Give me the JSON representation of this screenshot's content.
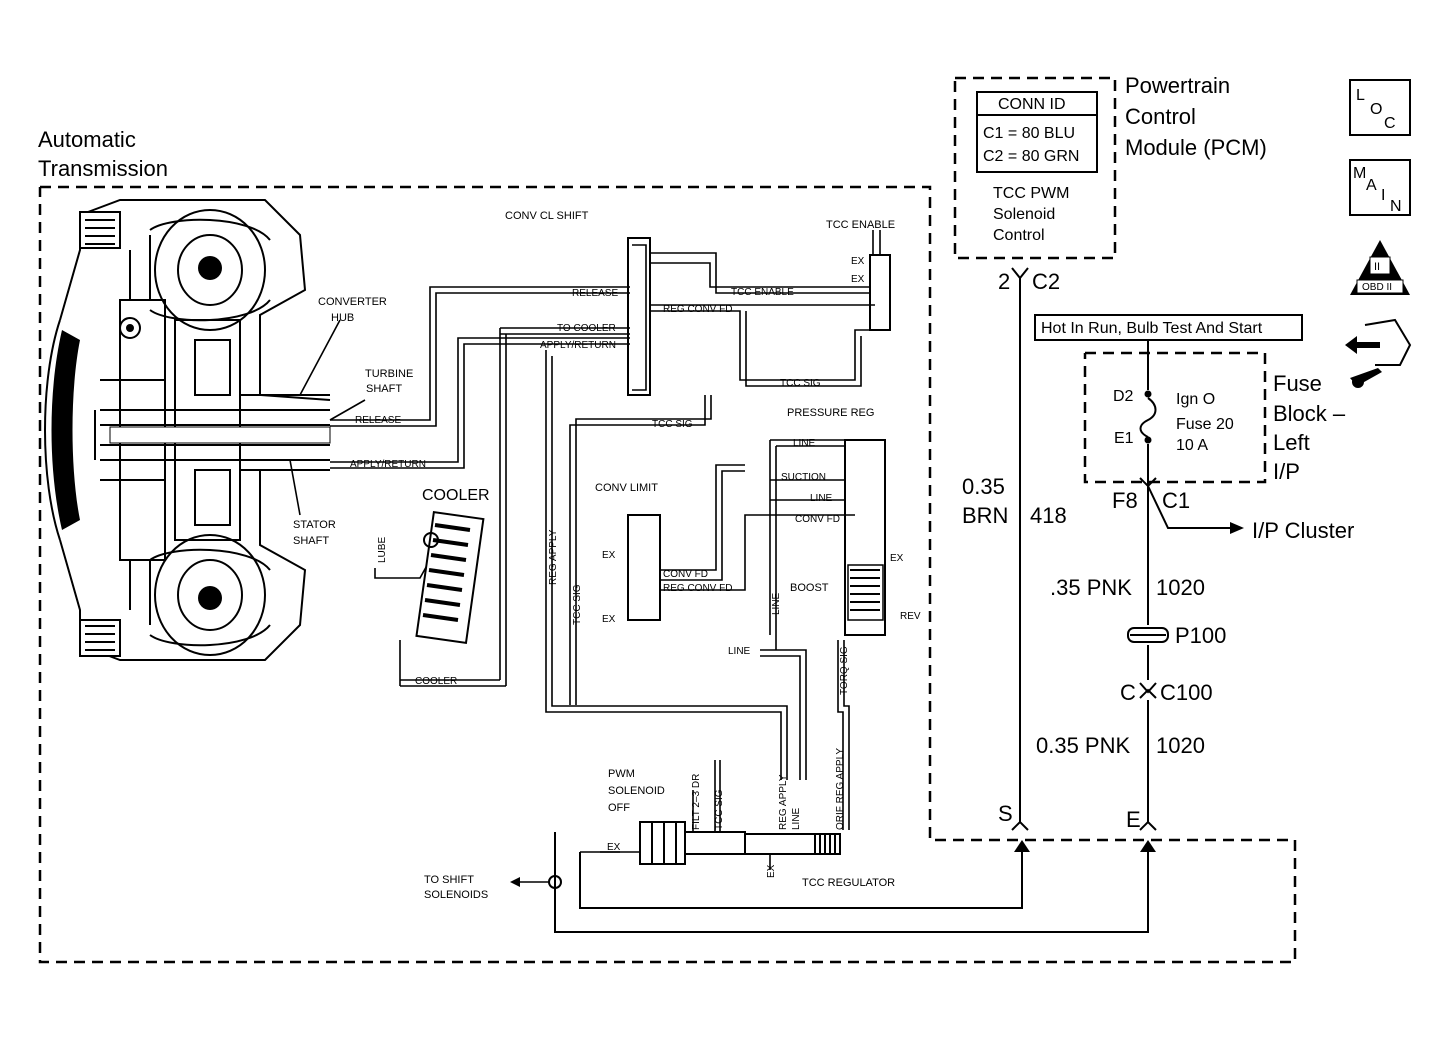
{
  "transmission": {
    "title_line1": "Automatic",
    "title_line2": "Transmission",
    "converter_hub_1": "CONVERTER",
    "converter_hub_2": "HUB",
    "turbine_shaft_1": "TURBINE",
    "turbine_shaft_2": "SHAFT",
    "stator_shaft_1": "STATOR",
    "stator_shaft_2": "SHAFT",
    "release": "RELEASE",
    "apply_return": "APPLY/RETURN"
  },
  "valves": {
    "conv_cl_shift": "CONV CL SHIFT",
    "tcc_enable": "TCC ENABLE",
    "release": "RELEASE",
    "tcc_enable_line": "TCC ENABLE",
    "reg_conv_fd": "REG CONV FD",
    "to_cooler": "TO COOLER",
    "apply_return": "APPLY/RETURN",
    "tcc_sig": "TCC SIG",
    "tcc_sig_2": "TCC SIG",
    "ex": "EX",
    "cooler": "COOLER",
    "cooler_line": "COOLER",
    "lube": "LUBE",
    "conv_limit": "CONV LIMIT",
    "conv_fd": "CONV FD",
    "pressure_reg": "PRESSURE REG",
    "line": "LINE",
    "suction": "SUCTION",
    "boost": "BOOST",
    "rev": "REV",
    "reg_apply": "REG APPLY",
    "torq_sig": "TORQ SIG",
    "pwm_solenoid_1": "PWM",
    "pwm_solenoid_2": "SOLENOID",
    "pwm_solenoid_3": "OFF",
    "filt_2_3_dr": "FILT 2–3 DR",
    "orif_reg_apply": "ORIF REG APPLY",
    "tcc_regulator": "TCC REGULATOR",
    "to_shift_1": "TO SHIFT",
    "to_shift_2": "SOLENOIDS"
  },
  "pcm": {
    "title_1": "Powertrain",
    "title_2": "Control",
    "title_3": "Module (PCM)",
    "conn_id_header": "CONN ID",
    "conn_c1": "C1 = 80 BLU",
    "conn_c2": "C2 = 80 GRN",
    "desc_1": "TCC PWM",
    "desc_2": "Solenoid",
    "desc_3": "Control",
    "pin": "2",
    "connector": "C2"
  },
  "circuit": {
    "wire1_gauge": "0.35",
    "wire1_color": "BRN",
    "wire1_circuit": "418",
    "pin_s": "S",
    "pin_e": "E",
    "power_label": "Hot In Run, Bulb Test And Start",
    "fuse_d2": "D2",
    "fuse_e1": "E1",
    "fuse_ign": "Ign O",
    "fuse_name": "Fuse 20",
    "fuse_amp": "10 A",
    "fuse_block_1": "Fuse",
    "fuse_block_2": "Block –",
    "fuse_block_3": "Left",
    "fuse_block_4": "I/P",
    "f8": "F8",
    "c1": "C1",
    "ip_cluster": "I/P Cluster",
    "wire2": ".35 PNK",
    "wire2_circuit": "1020",
    "splice": "P100",
    "c_left": "C",
    "c100": "C100",
    "wire3": "0.35 PNK",
    "wire3_circuit": "1020"
  },
  "icons": {
    "loc_l": "L",
    "loc_o": "O",
    "loc_c": "C",
    "main_m": "M",
    "main_a": "A",
    "main_i": "I",
    "main_n": "N",
    "obd_top": "II",
    "obd_bottom": "OBD II"
  }
}
